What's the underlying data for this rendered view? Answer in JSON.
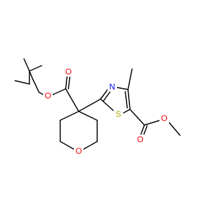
{
  "molecule": {
    "atoms": {
      "o_ester_tbu": {
        "label": "O",
        "color": "#ff0000"
      },
      "o_carbonyl_tbu": {
        "label": "O",
        "color": "#ff0000"
      },
      "o_pyran": {
        "label": "O",
        "color": "#ff0000"
      },
      "n_thiazole": {
        "label": "N",
        "color": "#0000ff"
      },
      "s_thiazole": {
        "label": "S",
        "color": "#b2a000"
      },
      "o_carbonyl_me": {
        "label": "O",
        "color": "#ff0000"
      },
      "o_ester_me": {
        "label": "O",
        "color": "#ff0000"
      }
    },
    "bond_color": "#000000",
    "background": "#ffffff"
  }
}
